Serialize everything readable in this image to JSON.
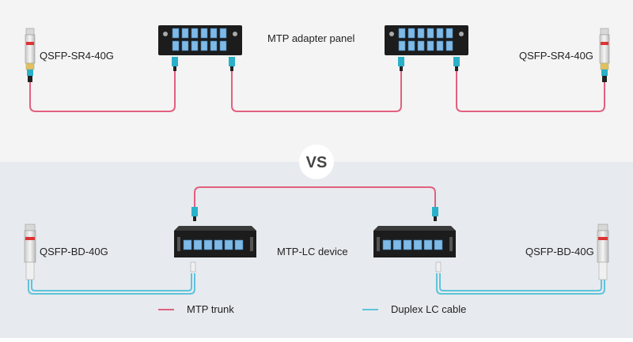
{
  "top_section": {
    "left_transceiver_label": "QSFP-SR4-40G",
    "right_transceiver_label": "QSFP-SR4-40G",
    "panel_label": "MTP adapter panel"
  },
  "divider_badge": "VS",
  "bottom_section": {
    "left_transceiver_label": "QSFP-BD-40G",
    "right_transceiver_label": "QSFP-BD-40G",
    "device_label": "MTP-LC device"
  },
  "legend": [
    {
      "label": "MTP trunk",
      "color": "#e2607f"
    },
    {
      "label": "Duplex LC cable",
      "color": "#5ec4dc"
    }
  ],
  "colors": {
    "top_background": "#f4f4f4",
    "bottom_background": "#e7eaee",
    "mtp_connector": "#2bb0c9",
    "panel_body": "#1c1c1c"
  }
}
